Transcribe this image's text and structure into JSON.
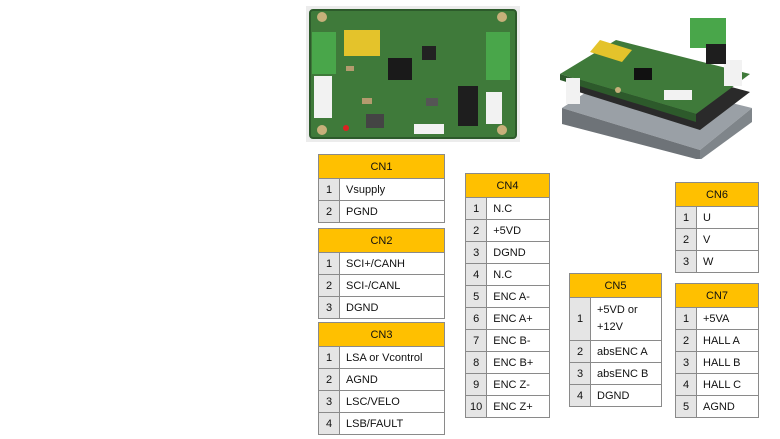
{
  "tables": {
    "cn1": {
      "header": "CN1",
      "rows": [
        {
          "num": "1",
          "signal": "Vsupply"
        },
        {
          "num": "2",
          "signal": "PGND"
        }
      ]
    },
    "cn2": {
      "header": "CN2",
      "rows": [
        {
          "num": "1",
          "signal": "SCI+/CANH"
        },
        {
          "num": "2",
          "signal": "SCI-/CANL"
        },
        {
          "num": "3",
          "signal": "DGND"
        }
      ]
    },
    "cn3": {
      "header": "CN3",
      "rows": [
        {
          "num": "1",
          "signal": "LSA or Vcontrol"
        },
        {
          "num": "2",
          "signal": "AGND"
        },
        {
          "num": "3",
          "signal": "LSC/VELO"
        },
        {
          "num": "4",
          "signal": "LSB/FAULT"
        }
      ]
    },
    "cn4": {
      "header": "CN4",
      "rows": [
        {
          "num": "1",
          "signal": "N.C"
        },
        {
          "num": "2",
          "signal": "+5VD"
        },
        {
          "num": "3",
          "signal": "DGND"
        },
        {
          "num": "4",
          "signal": "N.C"
        },
        {
          "num": "5",
          "signal": "ENC A-"
        },
        {
          "num": "6",
          "signal": "ENC A+"
        },
        {
          "num": "7",
          "signal": "ENC B-"
        },
        {
          "num": "8",
          "signal": "ENC B+"
        },
        {
          "num": "9",
          "signal": "ENC Z-"
        },
        {
          "num": "10",
          "signal": "ENC Z+"
        }
      ]
    },
    "cn5": {
      "header": "CN5",
      "rows": [
        {
          "num": "1",
          "signal": "+5VD or +12V"
        },
        {
          "num": "2",
          "signal": "absENC A"
        },
        {
          "num": "3",
          "signal": "absENC B"
        },
        {
          "num": "4",
          "signal": "DGND"
        }
      ]
    },
    "cn6": {
      "header": "CN6",
      "rows": [
        {
          "num": "1",
          "signal": "U"
        },
        {
          "num": "2",
          "signal": "V"
        },
        {
          "num": "3",
          "signal": "W"
        }
      ]
    },
    "cn7": {
      "header": "CN7",
      "rows": [
        {
          "num": "1",
          "signal": "+5VA"
        },
        {
          "num": "2",
          "signal": "HALL A"
        },
        {
          "num": "3",
          "signal": "HALL B"
        },
        {
          "num": "4",
          "signal": "HALL C"
        },
        {
          "num": "5",
          "signal": "AGND"
        }
      ]
    }
  },
  "colors": {
    "header": "#ffc000",
    "number_cell": "#e5e5e5",
    "border": "#8a8a8a",
    "pcb": "#3f7a3a"
  }
}
